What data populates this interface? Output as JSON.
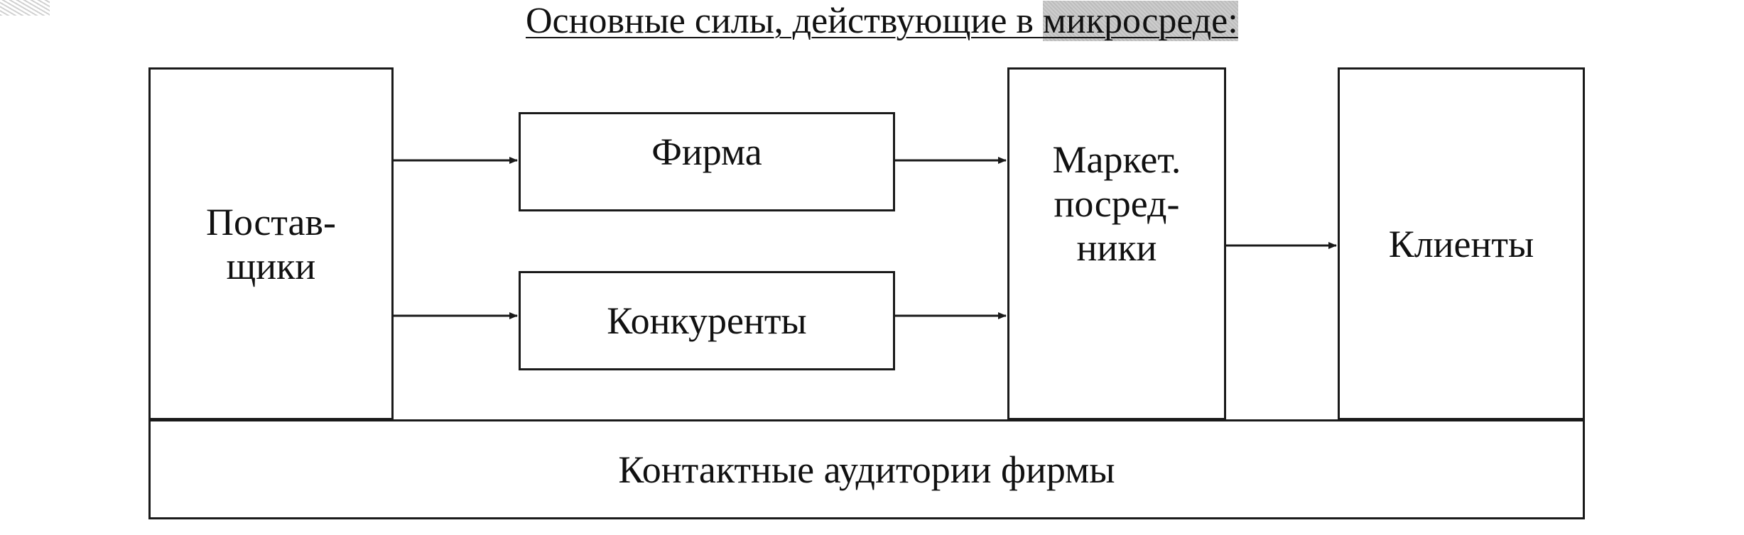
{
  "title": {
    "text_before": "Основные силы, действующие в ",
    "text_highlighted": "микросреде:"
  },
  "nodes": {
    "suppliers": "Постав-\nщики",
    "firm": "Фирма",
    "competitors": "Конкуренты",
    "intermediaries": "Маркет.\nпосред-\nники",
    "clients": "Клиенты",
    "contact_audiences": "Контактные аудитории фирмы"
  },
  "edges": [
    {
      "from": "suppliers",
      "to": "firm"
    },
    {
      "from": "suppliers",
      "to": "competitors"
    },
    {
      "from": "firm",
      "to": "intermediaries"
    },
    {
      "from": "competitors",
      "to": "intermediaries"
    },
    {
      "from": "intermediaries",
      "to": "clients"
    }
  ],
  "colors": {
    "line": "#1a1a1a",
    "highlight": "#c9c9c9"
  }
}
